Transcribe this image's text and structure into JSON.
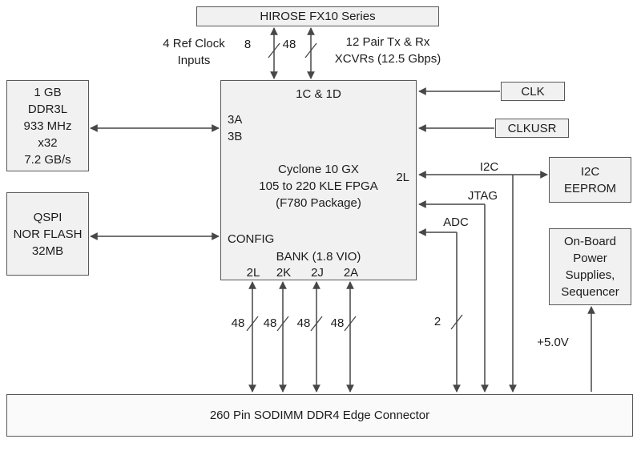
{
  "diagram": {
    "hirose": {
      "label": "HIROSE FX10 Series"
    },
    "ddr3l": {
      "label": "1 GB\nDDR3L\n933 MHz\nx32\n7.2 GB/s"
    },
    "qspi": {
      "label": "QSPI\nNOR FLASH\n32MB"
    },
    "fpga": {
      "top_banks": "1C & 1D",
      "left_banks": "3A\n3B",
      "name": "Cyclone 10 GX\n105 to 220 KLE FPGA\n(F780 Package)",
      "right_bank": "2L",
      "config": "CONFIG",
      "bank_vio": "BANK (1.8 VIO)",
      "bottom_banks": [
        "2L",
        "2K",
        "2J",
        "2A"
      ]
    },
    "clk": {
      "label": "CLK"
    },
    "clkusr": {
      "label": "CLKUSR"
    },
    "eeprom": {
      "label": "I2C\nEEPROM"
    },
    "power": {
      "label": "On-Board\nPower\nSupplies,\nSequencer"
    },
    "sodimm": {
      "label": "260 Pin SODIMM DDR4 Edge Connector"
    },
    "annotations": {
      "ref_clock": "4 Ref Clock\nInputs",
      "xcvrs": "12 Pair Tx & Rx\nXCVRs (12.5 Gbps)",
      "bus_8": "8",
      "bus_48_top": "48",
      "i2c": "I2C",
      "jtag": "JTAG",
      "adc": "ADC",
      "bus_2": "2",
      "plus_5v": "+5.0V",
      "bus_48_bottom": [
        "48",
        "48",
        "48",
        "48"
      ]
    }
  }
}
